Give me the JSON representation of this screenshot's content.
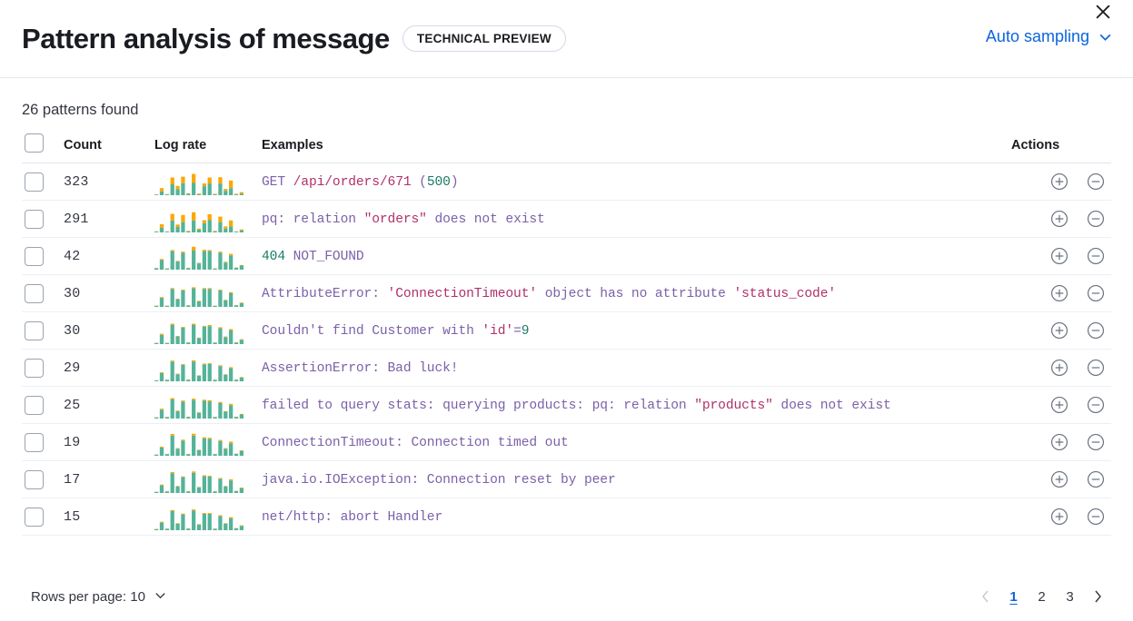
{
  "header": {
    "title": "Pattern analysis of message",
    "badge": "TECHNICAL PREVIEW",
    "sampling_label": "Auto sampling",
    "sampling_icon": "chevron-down-icon",
    "close_icon": "close-icon"
  },
  "summary": {
    "patterns_found": "26 patterns found"
  },
  "table": {
    "columns": {
      "select_all": "",
      "count": "Count",
      "log_rate": "Log rate",
      "examples": "Examples",
      "actions": "Actions"
    },
    "action_icons": {
      "add": "plus-circle-icon",
      "remove": "minus-circle-icon"
    },
    "rows": [
      {
        "count": "323",
        "example": "GET /api/orders/671 (500)",
        "tokens": [
          {
            "t": "GET ",
            "c": "kw"
          },
          {
            "t": "/api/orders/671",
            "c": "str"
          },
          {
            "t": " (",
            "c": "kw"
          },
          {
            "t": "500",
            "c": "num"
          },
          {
            "t": ")",
            "c": "kw"
          }
        ],
        "spark": {
          "teal": [
            2,
            14,
            3,
            40,
            22,
            44,
            5,
            45,
            3,
            33,
            43,
            3,
            43,
            16,
            26,
            3,
            6
          ],
          "orange": [
            1,
            12,
            1,
            25,
            12,
            24,
            2,
            33,
            3,
            10,
            22,
            2,
            23,
            7,
            28,
            2,
            5
          ]
        }
      },
      {
        "count": "291",
        "example": "pq: relation \"orders\" does not exist",
        "tokens": [
          {
            "t": "pq: relation ",
            "c": "kw"
          },
          {
            "t": "\"orders\"",
            "c": "str"
          },
          {
            "t": " does not exist",
            "c": "kw"
          }
        ],
        "spark": {
          "teal": [
            3,
            17,
            3,
            44,
            20,
            38,
            4,
            44,
            10,
            34,
            45,
            4,
            38,
            14,
            22,
            3,
            7
          ],
          "orange": [
            1,
            13,
            1,
            24,
            9,
            26,
            2,
            30,
            4,
            11,
            22,
            2,
            20,
            8,
            22,
            1,
            4
          ]
        }
      },
      {
        "count": "42",
        "example": "404 NOT_FOUND",
        "tokens": [
          {
            "t": "404",
            "c": "num"
          },
          {
            "t": " NOT_FOUND",
            "c": "kw"
          }
        ],
        "spark": {
          "teal": [
            5,
            35,
            4,
            68,
            30,
            62,
            6,
            70,
            23,
            68,
            68,
            4,
            62,
            26,
            52,
            7,
            15
          ],
          "orange": [
            1,
            4,
            1,
            4,
            2,
            4,
            1,
            14,
            2,
            5,
            4,
            1,
            4,
            3,
            6,
            1,
            2
          ]
        }
      },
      {
        "count": "30",
        "example": "AttributeError: 'ConnectionTimeout' object has no attribute 'status_code'",
        "tokens": [
          {
            "t": "AttributeError: ",
            "c": "kw"
          },
          {
            "t": "'ConnectionTimeout'",
            "c": "str"
          },
          {
            "t": " object has no attribute ",
            "c": "kw"
          },
          {
            "t": "'status_code'",
            "c": "str"
          }
        ],
        "spark": {
          "teal": [
            4,
            33,
            4,
            66,
            28,
            60,
            5,
            68,
            20,
            66,
            66,
            4,
            60,
            24,
            50,
            6,
            14
          ],
          "orange": [
            1,
            3,
            1,
            3,
            2,
            3,
            1,
            4,
            2,
            3,
            3,
            1,
            3,
            2,
            4,
            1,
            2
          ]
        }
      },
      {
        "count": "30",
        "example": "Couldn't find Customer with 'id'=9",
        "tokens": [
          {
            "t": "Couldn't find Customer with ",
            "c": "kw"
          },
          {
            "t": "'id'",
            "c": "str"
          },
          {
            "t": "=",
            "c": "kw"
          },
          {
            "t": "9",
            "c": "num"
          }
        ],
        "spark": {
          "teal": [
            4,
            34,
            4,
            70,
            28,
            60,
            6,
            70,
            22,
            64,
            66,
            5,
            58,
            26,
            50,
            6,
            16
          ],
          "orange": [
            1,
            4,
            1,
            5,
            2,
            3,
            1,
            5,
            2,
            3,
            4,
            1,
            4,
            2,
            5,
            1,
            2
          ]
        }
      },
      {
        "count": "29",
        "example": "AssertionError: Bad luck!",
        "tokens": [
          {
            "t": "AssertionError: Bad luck!",
            "c": "kw"
          }
        ],
        "spark": {
          "teal": [
            3,
            30,
            5,
            72,
            26,
            60,
            6,
            72,
            20,
            62,
            64,
            5,
            56,
            24,
            48,
            6,
            14
          ],
          "orange": [
            1,
            3,
            1,
            4,
            2,
            3,
            1,
            5,
            2,
            3,
            3,
            1,
            3,
            2,
            4,
            1,
            2
          ]
        }
      },
      {
        "count": "25",
        "example": "failed to query stats: querying products: pq: relation \"products\" does not exist",
        "tokens": [
          {
            "t": "failed to query stats: querying products: pq: relation ",
            "c": "kw"
          },
          {
            "t": "\"products\"",
            "c": "str"
          },
          {
            "t": " does not exist",
            "c": "kw"
          }
        ],
        "spark": {
          "teal": [
            4,
            32,
            5,
            70,
            27,
            62,
            6,
            68,
            21,
            65,
            63,
            5,
            57,
            25,
            49,
            6,
            15
          ],
          "orange": [
            1,
            4,
            1,
            5,
            2,
            4,
            1,
            5,
            2,
            4,
            4,
            1,
            4,
            2,
            5,
            1,
            2
          ]
        }
      },
      {
        "count": "19",
        "example": "ConnectionTimeout: Connection timed out",
        "tokens": [
          {
            "t": "ConnectionTimeout: Connection timed out",
            "c": "kw"
          }
        ],
        "spark": {
          "teal": [
            4,
            30,
            6,
            74,
            26,
            56,
            6,
            74,
            20,
            64,
            62,
            6,
            54,
            26,
            46,
            7,
            18
          ],
          "orange": [
            1,
            3,
            1,
            6,
            2,
            3,
            1,
            7,
            2,
            4,
            4,
            1,
            4,
            2,
            6,
            1,
            2
          ]
        }
      },
      {
        "count": "17",
        "example": "java.io.IOException: Connection reset by peer",
        "tokens": [
          {
            "t": "java.io.IOException: Connection reset by peer",
            "c": "kw"
          }
        ],
        "spark": {
          "teal": [
            4,
            28,
            6,
            72,
            24,
            58,
            6,
            74,
            20,
            62,
            60,
            6,
            52,
            24,
            46,
            7,
            18
          ],
          "orange": [
            1,
            3,
            1,
            5,
            2,
            3,
            1,
            5,
            2,
            3,
            3,
            1,
            3,
            2,
            4,
            1,
            2
          ]
        }
      },
      {
        "count": "15",
        "example": "net/http: abort Handler",
        "tokens": [
          {
            "t": "net/http: abort Handler",
            "c": "kw"
          }
        ],
        "spark": {
          "teal": [
            4,
            28,
            5,
            70,
            24,
            58,
            6,
            72,
            20,
            60,
            60,
            5,
            52,
            24,
            44,
            7,
            16
          ],
          "orange": [
            1,
            3,
            1,
            4,
            2,
            3,
            1,
            4,
            2,
            3,
            3,
            1,
            3,
            2,
            4,
            1,
            2
          ]
        }
      }
    ]
  },
  "footer": {
    "rows_per_page": "Rows per page: 10",
    "rows_per_page_icon": "chevron-down-icon",
    "prev_icon": "chevron-left-icon",
    "next_icon": "chevron-right-icon",
    "pages": [
      "1",
      "2",
      "3"
    ],
    "active_page": "1"
  },
  "colors": {
    "accent_blue": "#0b64dd",
    "spark_teal": "#54b399",
    "spark_orange": "#fca700",
    "token_purple": "#7b61a8",
    "token_crimson": "#b0306a",
    "token_green": "#1a7b65"
  }
}
